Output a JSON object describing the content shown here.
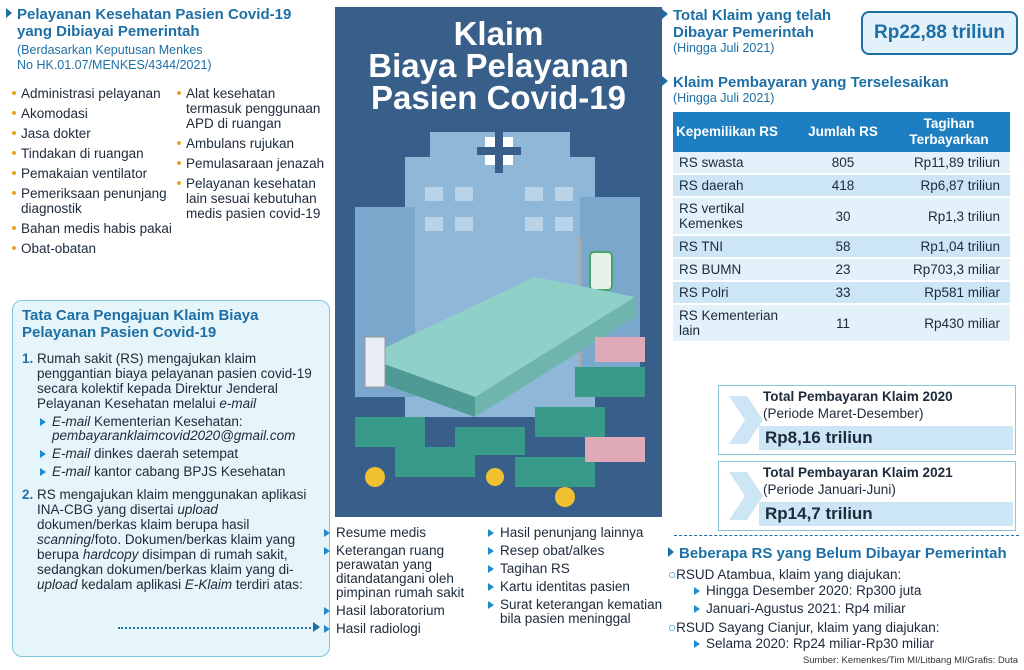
{
  "left_top": {
    "title_line1": "Pelayanan Kesehatan Pasien Covid-19",
    "title_line2": "yang Dibiayai Pemerintah",
    "note_line1": "(Berdasarkan Keputusan Menkes",
    "note_line2": "No HK.01.07/MENKES/4344/2021)"
  },
  "services_col1": [
    "Administrasi pelayanan",
    "Akomodasi",
    "Jasa dokter",
    "Tindakan di ruangan",
    "Pemakaian ventilator",
    "Pemeriksaan penunjang diagnostik",
    "Bahan medis habis pakai",
    "Obat-obatan"
  ],
  "services_col2": [
    "Alat kesehatan termasuk penggunaan APD di ruangan",
    "Ambulans rujukan",
    "Pemulasaraan jenazah",
    "Pelayanan kesehatan lain sesuai kebutuhan medis pasien covid-19"
  ],
  "main_title": {
    "line1": "Klaim",
    "line2": "Biaya Pelayanan",
    "line3": "Pasien Covid-19"
  },
  "procedure": {
    "title_line1": "Tata Cara Pengajuan Klaim Biaya",
    "title_line2": "Pelayanan Pasien Covid-19",
    "step1_num": "1.",
    "step1_text": "Rumah sakit (RS) mengajukan klaim penggantian biaya pelayanan pasien covid-19 secara kolektif kepada Direktur Jenderal Pelayanan Kesehatan melalui",
    "step1_email": "e-mail",
    "sub1_label": "E-mail",
    "sub1_text": "Kementerian Kesehatan:",
    "sub1_addr": "pembayaranklaimcovid2020@gmail.com",
    "sub2_label": "E-mail",
    "sub2_text": "dinkes daerah setempat",
    "sub3_label": "E-mail",
    "sub3_text": "kantor cabang BPJS Kesehatan",
    "step2_num": "2.",
    "step2_a": "RS mengajukan klaim menggunakan aplikasi INA-CBG yang disertai",
    "step2_upload": "upload",
    "step2_b": "dokumen/berkas klaim berupa hasil",
    "step2_scanning": "scanning",
    "step2_c": "/foto. Dokumen/berkas klaim yang berupa",
    "step2_hardcopy": "hardcopy",
    "step2_d": "disimpan di rumah sakit, sedangkan dokumen/berkas klaim yang di-",
    "step2_upload2": "upload",
    "step2_e": "kedalam aplikasi",
    "step2_eklaim": "E-Klaim",
    "step2_f": "terdiri atas:"
  },
  "documents_col1": [
    "Resume medis",
    "Keterangan ruang perawatan yang ditandatangani oleh pimpinan rumah sakit",
    "Hasil laboratorium",
    "Hasil radiologi"
  ],
  "documents_col2": [
    "Hasil penunjang lainnya",
    "Resep obat/alkes",
    "Tagihan RS",
    "Kartu identitas pasien",
    "Surat keterangan kematian bila pasien meninggal"
  ],
  "total_claim": {
    "title_line1": "Total Klaim yang telah",
    "title_line2": "Dibayar Pemerintah",
    "period": "(Hingga Juli 2021)",
    "value": "Rp22,88 triliun"
  },
  "settled": {
    "title": "Klaim Pembayaran yang Terselesaikan",
    "period": "(Hingga Juli 2021)"
  },
  "table": {
    "headers": [
      "Kepemilikan RS",
      "Jumlah RS",
      "Tagihan Terbayarkan"
    ],
    "rows": [
      [
        "RS swasta",
        "805",
        "Rp11,89 triliun"
      ],
      [
        "RS daerah",
        "418",
        "Rp6,87 triliun"
      ],
      [
        "RS vertikal Kemenkes",
        "30",
        "Rp1,3 triliun"
      ],
      [
        "RS TNI",
        "58",
        "Rp1,04 triliun"
      ],
      [
        "RS BUMN",
        "23",
        "Rp703,3 miliar"
      ],
      [
        "RS Polri",
        "33",
        "Rp581 miliar"
      ],
      [
        "RS Kementerian lain",
        "11",
        "Rp430 miliar"
      ]
    ]
  },
  "pay2020": {
    "title": "Total Pembayaran Klaim 2020",
    "period": "(Periode Maret-Desember)",
    "value": "Rp8,16 triliun"
  },
  "pay2021": {
    "title": "Total Pembayaran Klaim 2021",
    "period": "(Periode Januari-Juni)",
    "value": "Rp14,7 triliun"
  },
  "unpaid": {
    "title": "Beberapa RS yang Belum Dibayar Pemerintah",
    "h1": "RSUD Atambua, klaim yang diajukan:",
    "h1_items": [
      "Hingga Desember 2020: Rp300 juta",
      "Januari-Agustus 2021: Rp4 miliar"
    ],
    "h2": "RSUD Sayang Cianjur, klaim yang diajukan:",
    "h2_items": [
      "Selama 2020: Rp24 miliar-Rp30 miliar"
    ]
  },
  "source": "Sumber: Kemenkes/Tim MI/Litbang MI/Grafis: Duta",
  "colors": {
    "accent": "#1d6fa5",
    "bullet": "#e8a32a",
    "panel": "#375f8a"
  }
}
